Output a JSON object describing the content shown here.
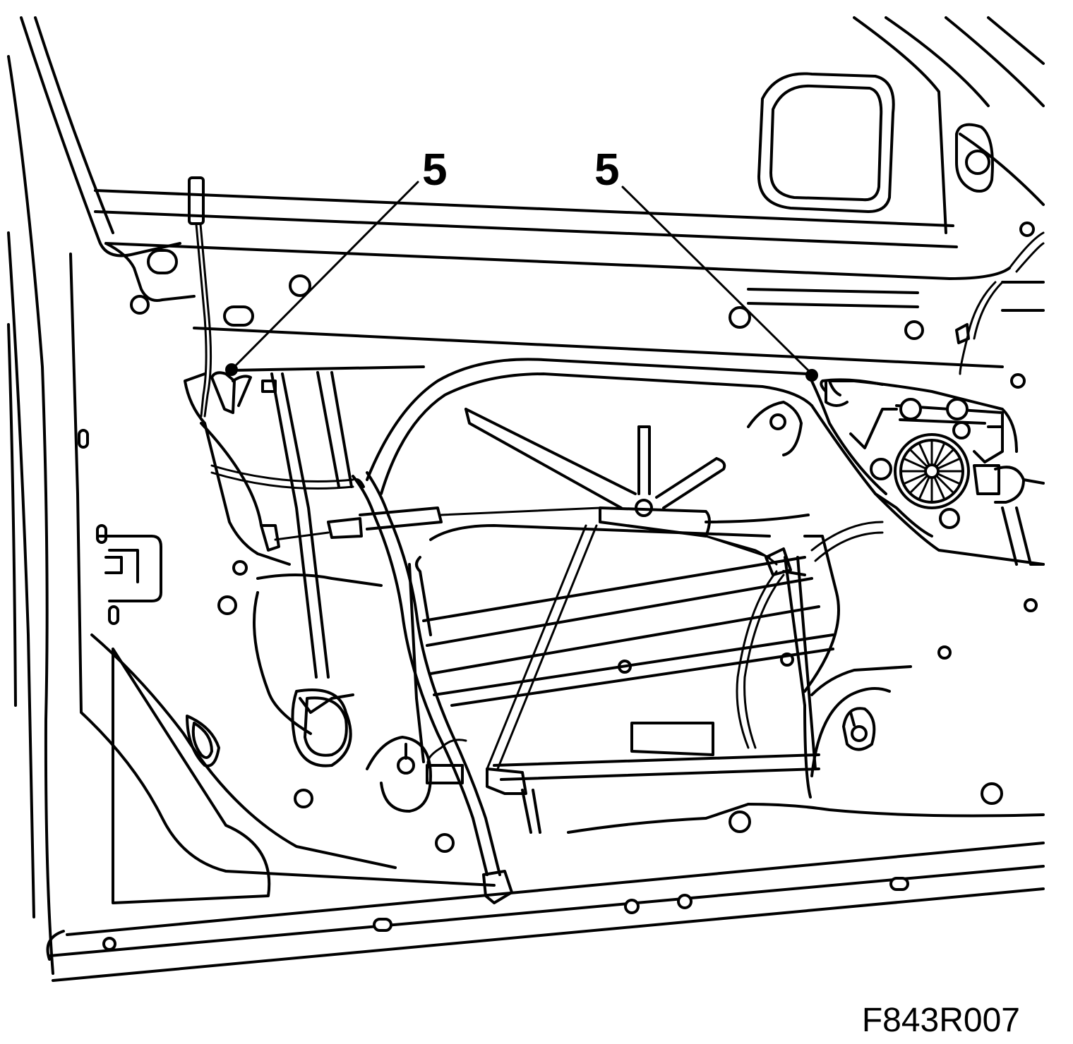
{
  "callouts": [
    {
      "label": "5"
    },
    {
      "label": "5"
    }
  ],
  "figure_code": "F843R007"
}
